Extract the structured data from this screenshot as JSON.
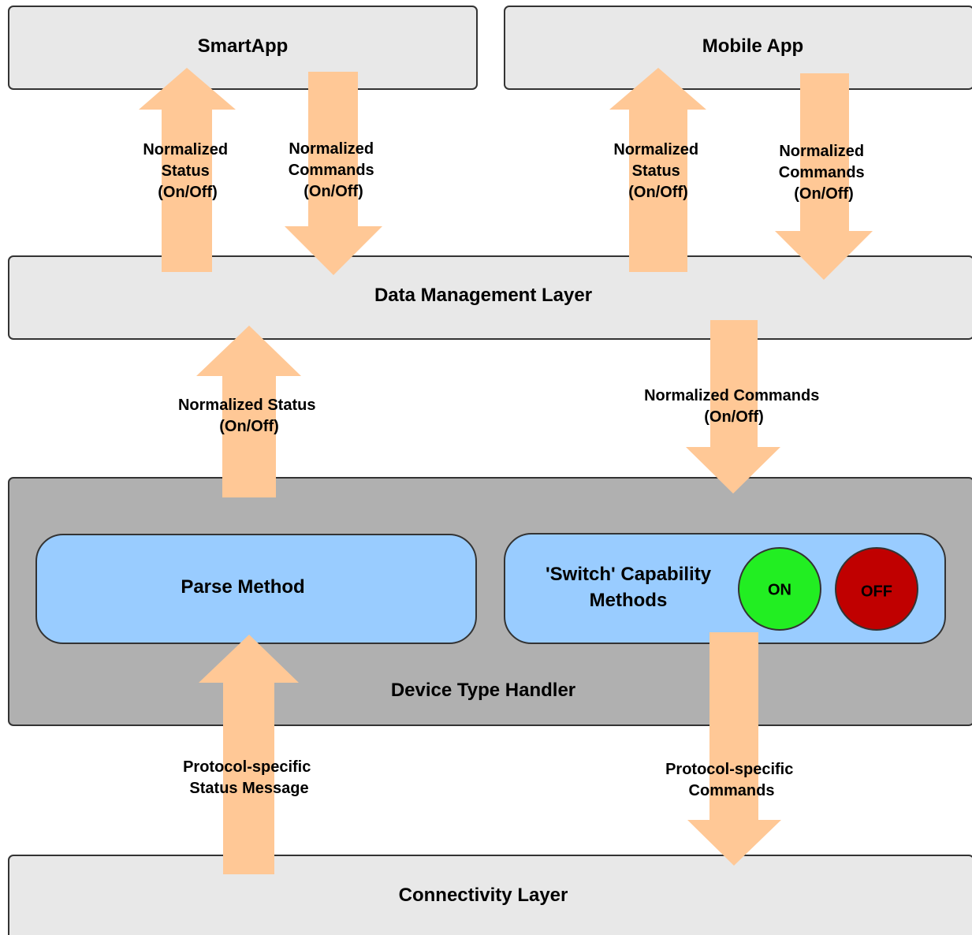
{
  "boxes": {
    "smartapp": "SmartApp",
    "mobile_app": "Mobile App",
    "data_management": "Data Management Layer",
    "device_type_handler": "Device Type Handler",
    "parse_method": "Parse Method",
    "switch_capability_line1": "'Switch' Capability",
    "switch_capability_line2": "Methods",
    "connectivity": "Connectivity Layer"
  },
  "buttons": {
    "on": "ON",
    "off": "OFF"
  },
  "arrows": {
    "smartapp_status": [
      "Normalized",
      "Status",
      "(On/Off)"
    ],
    "smartapp_commands": [
      "Normalized",
      "Commands",
      "(On/Off)"
    ],
    "mobile_status": [
      "Normalized",
      "Status",
      "(On/Off)"
    ],
    "mobile_commands": [
      "Normalized",
      "Commands",
      "(On/Off)"
    ],
    "dml_status": [
      "Normalized Status",
      "(On/Off)"
    ],
    "dml_commands": [
      "Normalized Commands",
      "(On/Off)"
    ],
    "protocol_status": [
      "Protocol-specific",
      "Status Message"
    ],
    "protocol_commands": [
      "Protocol-specific",
      "Commands"
    ]
  },
  "colors": {
    "layer_fill": "#e8e8e8",
    "handler_fill": "#b0b0b0",
    "method_fill": "#99ccff",
    "arrow_fill": "#ffc896",
    "on_fill": "#22ee22",
    "off_fill": "#c00000",
    "stroke": "#333333"
  }
}
